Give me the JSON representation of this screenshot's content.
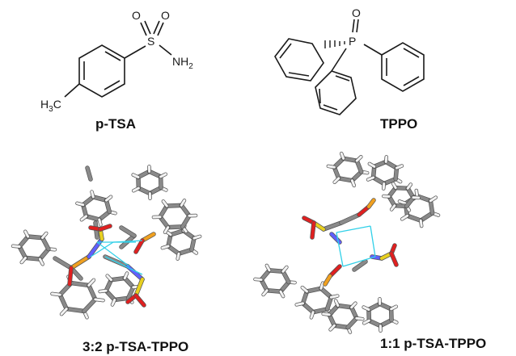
{
  "structures": {
    "ptsa": {
      "name": "p-TSA",
      "atom_o1": "O",
      "atom_o2": "O",
      "atom_s": "S",
      "group_nh2": "NH",
      "group_nh2_sub": "2",
      "group_ch3": "H",
      "group_ch3_sub": "3",
      "group_ch3_c": "C"
    },
    "tppo": {
      "name": "TPPO",
      "atom_o": "O",
      "atom_p": "P"
    }
  },
  "crystals": {
    "left": {
      "name": "3:2 p-TSA-TPPO"
    },
    "right": {
      "name": "1:1  p-TSA-TPPO"
    }
  },
  "colors": {
    "bond": "#1a1a1a",
    "carbon": "#8a8a8a",
    "hydrogen": "#f2f2f2",
    "sulfur": "#e8d020",
    "phosphorus": "#f0a020",
    "oxygen": "#e02020",
    "nitrogen": "#6060ff",
    "hbond": "#30d0e8"
  }
}
